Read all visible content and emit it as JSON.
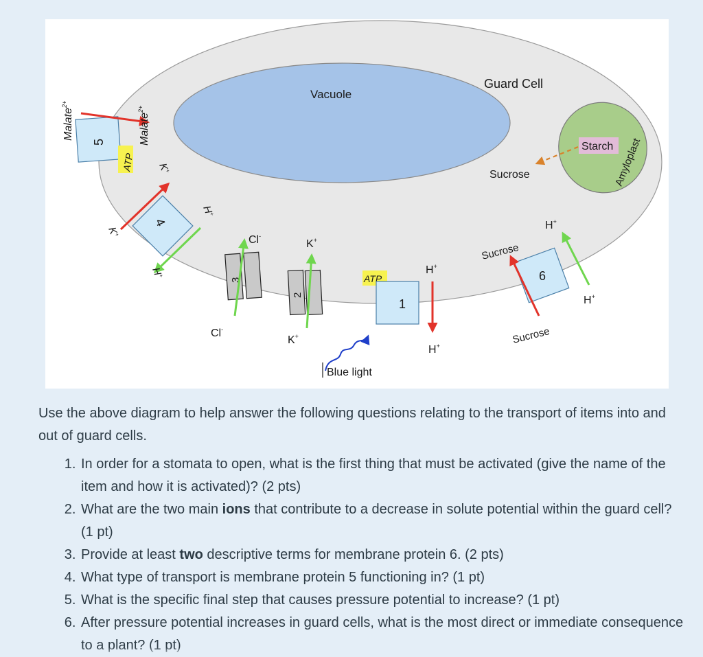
{
  "diagram": {
    "labels": {
      "guard_cell": "Guard Cell",
      "vacuole": "Vacuole",
      "amyloplast": "Amyloplast",
      "starch": "Starch",
      "sucrose": "Sucrose",
      "blue_light": "Blue light",
      "malate": "Malate",
      "malate_charge": "2+",
      "atp": "ATP",
      "k": "K",
      "h": "H",
      "cl": "Cl",
      "plus": "+",
      "minus": "-"
    },
    "proteins": [
      "1",
      "2",
      "3",
      "4",
      "5",
      "6"
    ]
  },
  "intro_text": "Use the above diagram to help answer the following questions relating to the transport of items into and out of guard cells.",
  "questions": [
    {
      "before": "In order for a stomata to open, what is the first thing that must be activated (give the name of the item and how it is activated)? (2 pts)",
      "bold": "",
      "after": ""
    },
    {
      "before": " What are the two main ",
      "bold": "ions",
      "after": " that contribute to a decrease in solute potential within the guard cell? (1 pt)"
    },
    {
      "before": "Provide at least ",
      "bold": "two",
      "after": " descriptive terms for membrane protein 6. (2 pts)"
    },
    {
      "before": "What type of transport is membrane protein 5 functioning in? (1 pt)",
      "bold": "",
      "after": ""
    },
    {
      "before": "What is the specific final step that causes pressure potential to increase? (1 pt)",
      "bold": "",
      "after": ""
    },
    {
      "before": "After pressure potential increases in guard cells, what is the most direct or immediate consequence to a plant? (1 pt)",
      "bold": "",
      "after": ""
    }
  ]
}
